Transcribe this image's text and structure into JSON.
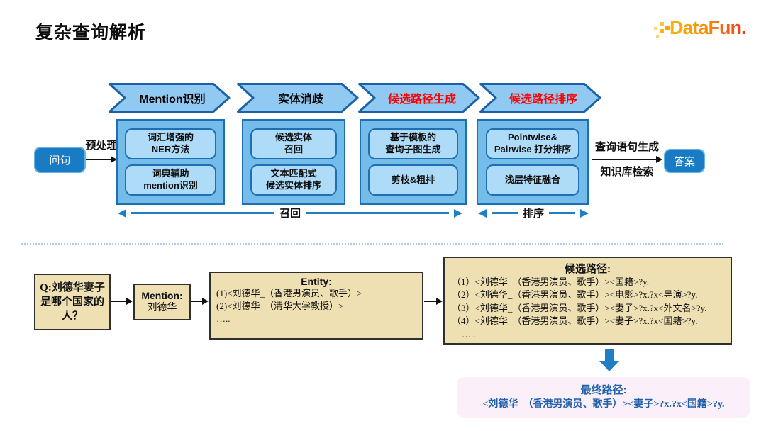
{
  "title": "复杂查询解析",
  "logo": {
    "text": "DataFun."
  },
  "colors": {
    "chevron_fill": "#90c9f1",
    "chevron_stroke": "#1b61a5",
    "stage_fill": "#74bcea",
    "inner_fill": "#aedcf8",
    "node_fill": "#187bc4",
    "blue_arrow": "#1f7ec6",
    "tan_fill": "#eee0b2",
    "pink_fill": "#fbeffa",
    "final_text": "#2061ac",
    "red_label": "#ff0000"
  },
  "pipeline": {
    "input_label": "问句",
    "preprocess_label": "预处理",
    "stages": [
      {
        "label": "Mention识别",
        "label_color": "#000000",
        "items": [
          [
            "词汇增强的",
            "NER方法"
          ],
          [
            "词典辅助",
            "mention识别"
          ]
        ]
      },
      {
        "label": "实体消歧",
        "label_color": "#000000",
        "items": [
          [
            "候选实体",
            "召回"
          ],
          [
            "文本匹配式",
            "候选实体排序"
          ]
        ]
      },
      {
        "label": "候选路径生成",
        "label_color": "#ff0000",
        "items": [
          [
            "基于模板的",
            "查询子图生成"
          ],
          [
            "剪枝&粗排"
          ]
        ]
      },
      {
        "label": "候选路径排序",
        "label_color": "#ff0000",
        "items": [
          [
            "Pointwise&",
            "Pairwise 打分排序"
          ],
          [
            "浅层特征融合"
          ]
        ]
      }
    ],
    "output_arrow_top": "查询语句生成",
    "output_arrow_bottom": "知识库检索",
    "output_label": "答案",
    "recall_label": "召回",
    "rank_label": "排序"
  },
  "example": {
    "question": "Q:刘德华妻子是哪个国家的人？",
    "mention_title": "Mention:",
    "mention_value": "刘德华",
    "entity_title": "Entity:",
    "entity_items": [
      "(1)<刘德华_（香港男演员、歌手）>",
      "(2)<刘德华_（清华大学教授）>",
      "….."
    ],
    "paths_title": "候选路径:",
    "path_items": [
      "（1）<刘德华_（香港男演员、歌手）><国籍>?y.",
      "（2）<刘德华_（香港男演员、歌手）><电影>?x.?x<导演>?y.",
      "（3）<刘德华_（香港男演员、歌手）><妻子>?x.?x<外文名>?y.",
      "（4）<刘德华_（香港男演员、歌手）><妻子>?x.?x<国籍>?y.",
      "….."
    ],
    "final_title": "最终路径:",
    "final_path": "<刘德华_（香港男演员、歌手）><妻子>?x.?x<国籍>?y."
  }
}
